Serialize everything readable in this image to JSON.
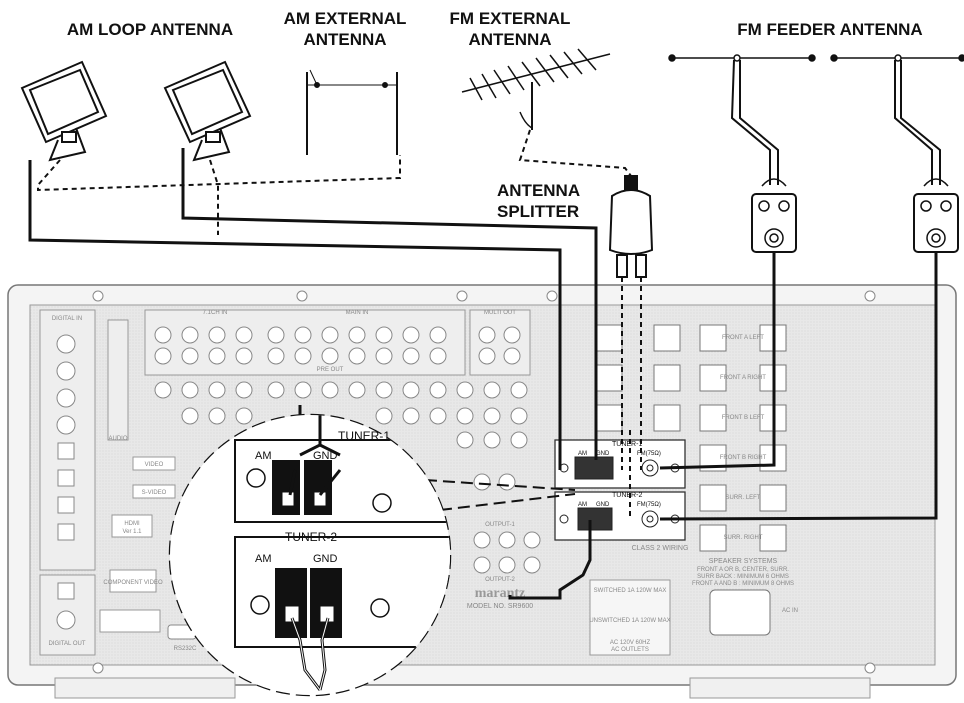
{
  "labels": {
    "am_loop": "AM LOOP ANTENNA",
    "am_ext_1": "AM EXTERNAL",
    "am_ext_2": "ANTENNA",
    "fm_ext_1": "FM EXTERNAL",
    "fm_ext_2": "ANTENNA",
    "fm_feeder": "FM FEEDER ANTENNA",
    "splitter_1": "ANTENNA",
    "splitter_2": "SPLITTER"
  },
  "zoom": {
    "tuner1": "TUNER-1",
    "tuner2": "TUNER-2",
    "am": "AM",
    "gnd": "GND"
  },
  "receiver": {
    "digital_in": "DIGITAL IN",
    "digital_out": "DIGITAL OUT",
    "ch71_in": "7.1CH IN",
    "main_in": "MAIN IN",
    "multi_out": "MULTI OUT",
    "pre_out": "PRE OUT",
    "video": "VIDEO",
    "s_video": "S-VIDEO",
    "audio": "AUDIO",
    "hdmi": "HDMI",
    "hdmi_ver": "Ver 1.1",
    "component": "COMPONENT VIDEO",
    "tuner1_small": "TUNER-1",
    "tuner2_small": "TUNER-2",
    "fm_75": "FM(75Ω)",
    "am_small": "AM",
    "gnd_small": "GND",
    "class2": "CLASS 2 WIRING",
    "speaker_systems": "SPEAKER SYSTEMS",
    "spk_note_1": "FRONT A OR B, CENTER, SURR.",
    "spk_note_2": "SURR BACK : MINIMUM 6 OHMS",
    "spk_note_3": "FRONT A AND B : MINIMUM 8 OHMS",
    "front_a_left": "FRONT A LEFT",
    "front_a_right": "FRONT A RIGHT",
    "front_b_left": "FRONT B LEFT",
    "front_b_right": "FRONT B RIGHT",
    "surr_left": "SURR. LEFT",
    "surr_right": "SURR. RIGHT",
    "brand": "marantz",
    "model": "MODEL NO. SR9600",
    "switched": "SWITCHED 1A 120W MAX",
    "unswitched": "UNSWITCHED 1A 120W MAX",
    "ac_outlets_1": "AC 120V 60HZ",
    "ac_outlets_2": "AC OUTLETS",
    "ac_in": "AC IN",
    "rs232": "RS232C",
    "output1": "OUTPUT-1",
    "output2": "OUTPUT-2"
  }
}
